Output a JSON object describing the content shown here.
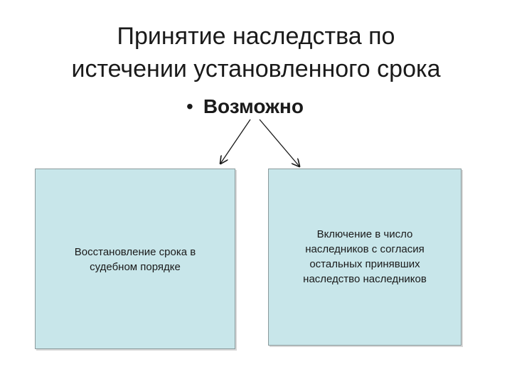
{
  "title": {
    "line1": "Принятие наследства по",
    "line2": "истечении установленного срока"
  },
  "bullet": {
    "marker": "•",
    "label": "Возможно"
  },
  "boxes": {
    "left": {
      "lines": [
        "Восстановление срока в",
        "судебном порядке"
      ]
    },
    "right": {
      "lines": [
        "Включение в число",
        "наследников с согласия",
        "остальных принявших",
        "наследство наследников"
      ]
    }
  },
  "colors": {
    "box_fill": "#c8e6ea",
    "box_border": "#8a9a9c",
    "text": "#1a1a1a"
  }
}
